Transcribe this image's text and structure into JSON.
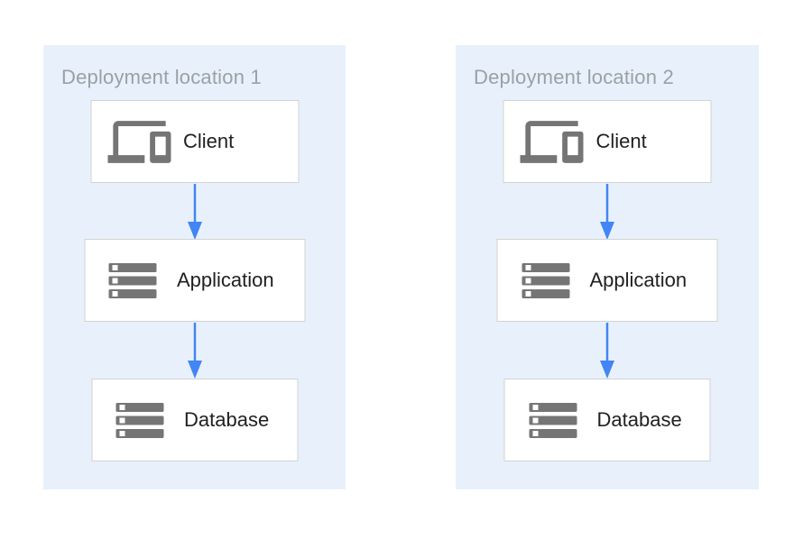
{
  "panels": [
    {
      "title": "Deployment location 1",
      "nodes": [
        {
          "label": "Client",
          "icon": "devices-icon"
        },
        {
          "label": "Application",
          "icon": "server-stack-icon"
        },
        {
          "label": "Database",
          "icon": "server-stack-icon"
        }
      ]
    },
    {
      "title": "Deployment location 2",
      "nodes": [
        {
          "label": "Client",
          "icon": "devices-icon"
        },
        {
          "label": "Application",
          "icon": "server-stack-icon"
        },
        {
          "label": "Database",
          "icon": "server-stack-icon"
        }
      ]
    }
  ],
  "colors": {
    "panel_bg": "#E8F1FB",
    "box_bg": "#FFFFFF",
    "box_border": "#D2D2D2",
    "title_text": "#9AA0A6",
    "label_text": "#212121",
    "icon_gray": "#757575",
    "arrow_blue": "#4285F4"
  }
}
